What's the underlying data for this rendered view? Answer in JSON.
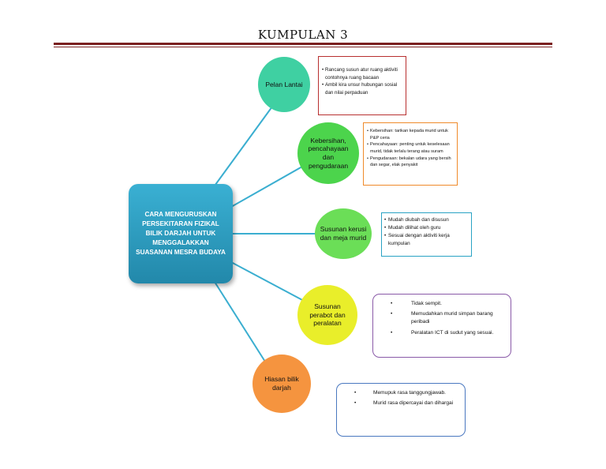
{
  "title": "KUMPULAN 3",
  "colors": {
    "rule": "#7a1f1f",
    "center": "#2a9cc0",
    "connector": "#3aaed0"
  },
  "center": {
    "text": "CARA MENGURUSKAN PERSEKITARAN FIZIKAL BILIK DARJAH UNTUK MENGGALAKKAN SUASANAN MESRA BUDAYA"
  },
  "nodes": [
    {
      "label": "Pelan Lantai",
      "items": [
        "Rancang susun atur ruang aktiviti contohnya ruang bacaan",
        "Ambil kira unsur hubungan sosial dan nilai perpaduan"
      ]
    },
    {
      "label": "Kebersihan, pencahayaan dan pengudaraan",
      "items": [
        "Kebersihan: tarikan kepada murid untuk P&P ceria",
        "Pencahayaan: penting untuk keselesaan murid, tidak terlalu terang atau suram",
        "Pengudaraan: bekalan udara yang bersih dan segar, elak penyakit"
      ]
    },
    {
      "label": "Susunan kerusi dan meja murid",
      "items": [
        "Mudah diubah dan disusun",
        "Mudah dilihat oleh guru",
        "Sesuai dengan aktiviti kerja kumpulan"
      ]
    },
    {
      "label": "Susunan perabot dan peralatan",
      "items": [
        "Tidak sempit.",
        "Memudahkan murid simpan barang peribadi",
        "Peralatan ICT di sudut yang sesuai."
      ]
    },
    {
      "label": "Hiasan bilik darjah",
      "items": [
        "Memupuk rasa tanggungjawab.",
        "Murid rasa dipercayai dan dihargai"
      ]
    }
  ]
}
